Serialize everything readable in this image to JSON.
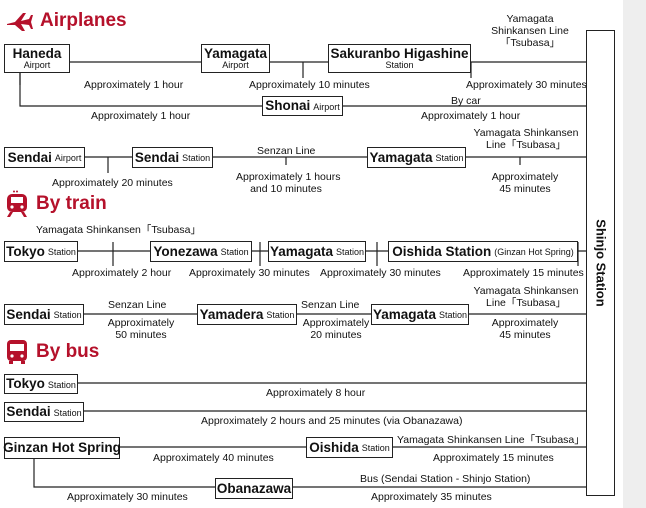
{
  "headers": {
    "airplanes": "Airplanes",
    "train": "By train",
    "bus": "By bus"
  },
  "colors": {
    "accent": "#b5112b",
    "line": "#222222"
  },
  "destination": "Shinjo Station",
  "boxes": {
    "haneda": {
      "name": "Haneda",
      "sub": "Airport"
    },
    "yamagata_airport": {
      "name": "Yamagata",
      "sub": "Airport"
    },
    "sakuranbo": {
      "name": "Sakuranbo Higashine",
      "sub": "Station"
    },
    "shonai": {
      "name": "Shonai",
      "sub": "Airport"
    },
    "sendai_airport": {
      "name": "Sendai",
      "sub": "Airport"
    },
    "sendai_station_1": {
      "name": "Sendai",
      "sub": "Station"
    },
    "yamagata_station_1": {
      "name": "Yamagata",
      "sub": "Station"
    },
    "tokyo_station_1": {
      "name": "Tokyo",
      "sub": "Station"
    },
    "yonezawa": {
      "name": "Yonezawa",
      "sub": "Station"
    },
    "yamagata_station_2": {
      "name": "Yamagata",
      "sub": "Station"
    },
    "oishida_station": {
      "name": "Oishida Station",
      "sub": "(Ginzan Hot Spring)"
    },
    "sendai_station_2": {
      "name": "Sendai",
      "sub": "Station"
    },
    "yamadera": {
      "name": "Yamadera",
      "sub": "Station"
    },
    "yamagata_station_3": {
      "name": "Yamagata",
      "sub": "Station"
    },
    "tokyo_station_bus": {
      "name": "Tokyo",
      "sub": "Station"
    },
    "sendai_station_bus": {
      "name": "Sendai",
      "sub": "Station"
    },
    "ginzan": {
      "name": "Ginzan Hot Spring",
      "sub": ""
    },
    "oishida_bus": {
      "name": "Oishida",
      "sub": "Station"
    },
    "obanazawa": {
      "name": "Obanazawa",
      "sub": ""
    }
  },
  "labels": {
    "air_tsubasa": "Yamagata\nShinkansen Line\n「Tsubasa」",
    "air_1h_a": "Approximately 1 hour",
    "air_10m": "Approximately 10 minutes",
    "air_30m": "Approximately 30 minutes",
    "air_1h_b": "Approximately 1 hour",
    "air_bycar": "By car",
    "air_1h_c": "Approximately 1 hour",
    "sendai_tsubasa": "Yamagata Shinkansen\nLine「Tsubasa」",
    "sendai_senzan": "Senzan Line",
    "sendai_20m": "Approximately 20 minutes",
    "sendai_1h10": "Approximately 1 hours\nand 10 minutes",
    "sendai_45m": "Approximately\n45 minutes",
    "train_tsubasa": "Yamagata Shinkansen「Tsubasa」",
    "train_2h": "Approximately 2 hour",
    "train_30m_a": "Approximately 30 minutes",
    "train_30m_b": "Approximately 30 minutes",
    "train_15m": "Approximately 15 minutes",
    "sy_senzan_1": "Senzan Line",
    "sy_50m": "Approximately\n50 minutes",
    "sy_senzan_2": "Senzan Line",
    "sy_20m": "Approximately\n20 minutes",
    "sy_tsubasa": "Yamagata Shinkansen\nLine「Tsubasa」",
    "sy_45m": "Approximately\n45 minutes",
    "bus_8h": "Approximately 8 hour",
    "bus_2h25": "Approximately 2 hours and 25 minutes (via Obanazawa)",
    "bus_40m": "Approximately 40 minutes",
    "bus_tsubasa": "Yamagata Shinkansen Line「Tsubasa」",
    "bus_15m": "Approximately 15 minutes",
    "bus_sendai_shinjo": "Bus (Sendai Station - Shinjo Station)",
    "bus_30m": "Approximately 30 minutes",
    "bus_35m": "Approximately 35 minutes"
  }
}
